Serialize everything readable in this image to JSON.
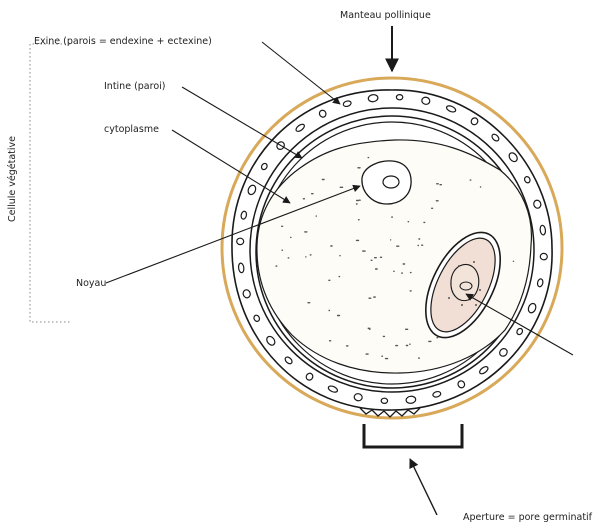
{
  "colors": {
    "mantle": "#d9a95a",
    "ink": "#1a1a1a",
    "nucleus_fill": "#ffffff",
    "generative_fill": "#f1dfd5",
    "dots": "#555555"
  },
  "labels": {
    "manteau": "Manteau pollinique",
    "exine": "Exine (parois = endexine + ectexine)",
    "intine": "Intine (paroi)",
    "cytoplasme": "cytoplasme",
    "noyau": "Noyau",
    "cellule_vegetative": "Cellule végétative",
    "aperture": "Aperture = pore germinatif"
  }
}
